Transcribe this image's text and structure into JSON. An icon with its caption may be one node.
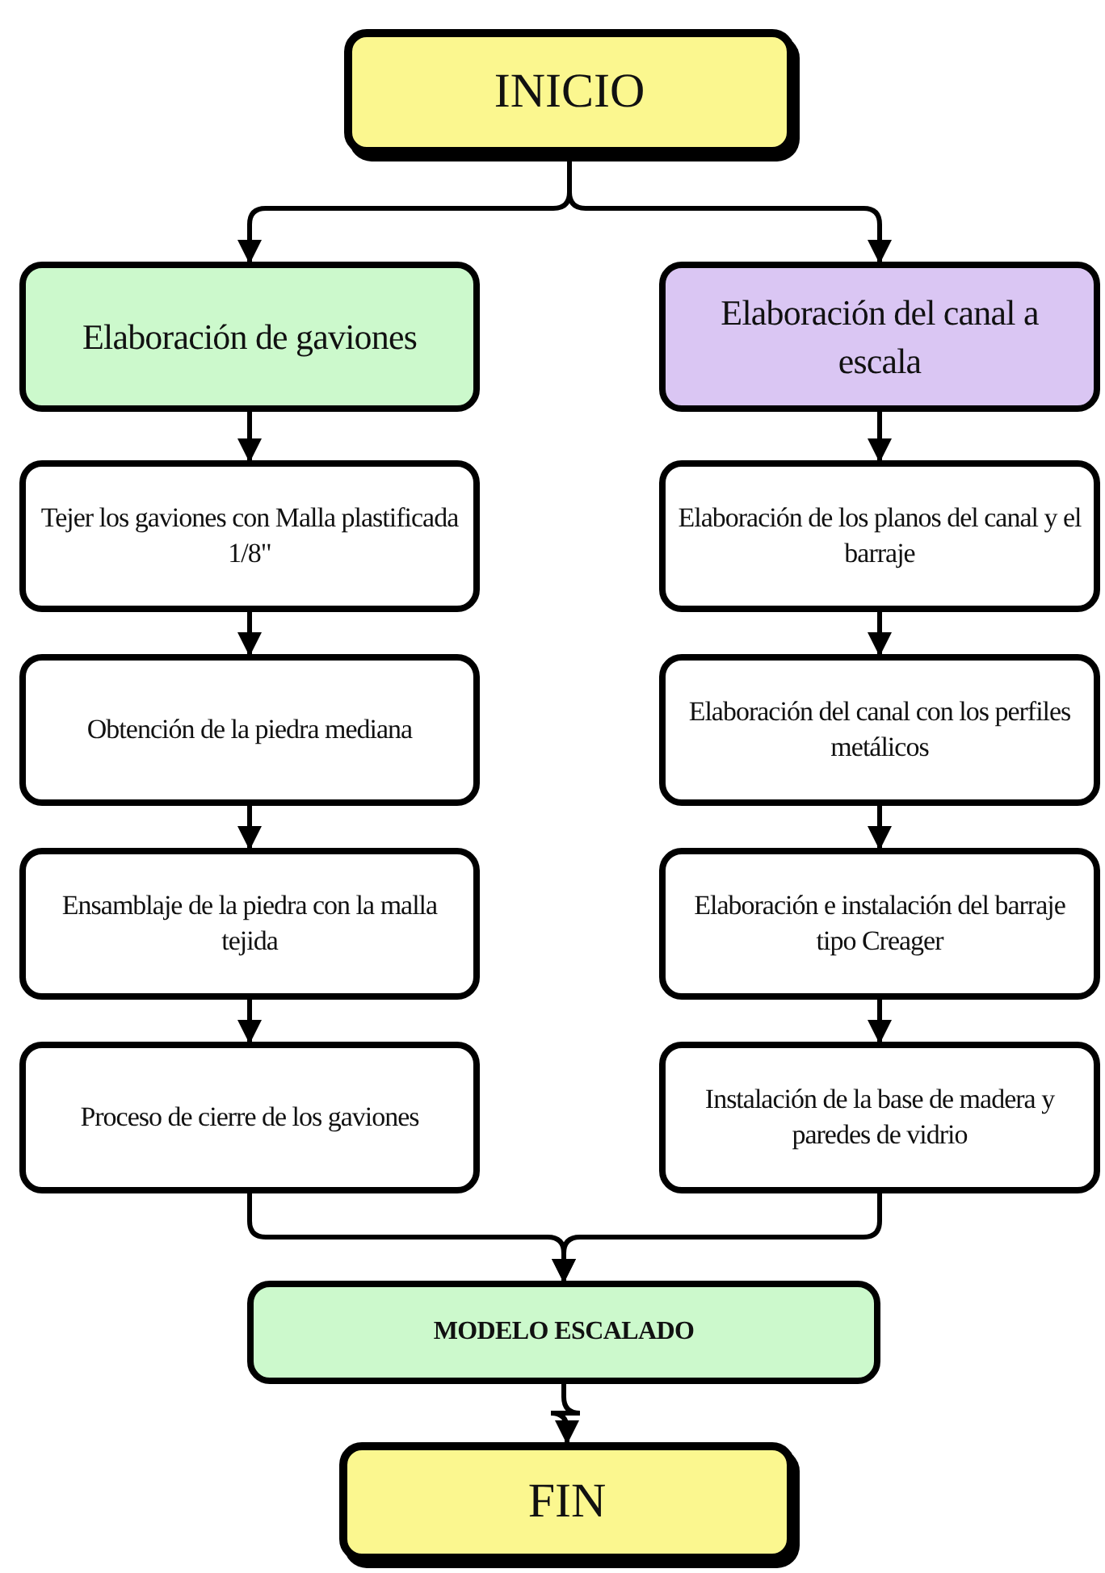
{
  "diagram": {
    "nodes": [
      {
        "text": [
          "INICIO"
        ]
      },
      {
        "text": [
          "Elaboración de gaviones"
        ]
      },
      {
        "text": [
          "Elaboración del canal a escala"
        ]
      },
      {
        "text": [
          "Tejer los gaviones con Malla plastificada 1/8\""
        ]
      },
      {
        "text": [
          "Obtención de la piedra mediana"
        ]
      },
      {
        "text": [
          "Ensamblaje de la piedra con la malla tejida"
        ]
      },
      {
        "text": [
          "Proceso de cierre de los gaviones"
        ]
      },
      {
        "text": [
          "Elaboración de los planos del canal y el barraje"
        ]
      },
      {
        "text": [
          "Elaboración del canal con los perfiles metálicos"
        ]
      },
      {
        "text": [
          "Elaboración e instalación del barraje tipo Creager"
        ]
      },
      {
        "text": [
          "Instalación de la base de madera y paredes de vidrio"
        ]
      },
      {
        "text": [
          "MODELO ESCALADO"
        ]
      },
      {
        "text": [
          "FIN"
        ]
      }
    ],
    "edges": [
      {
        "from": 0,
        "to": 1,
        "arrow": "to"
      },
      {
        "from": 0,
        "to": 2,
        "arrow": "to"
      },
      {
        "from": 1,
        "to": 3,
        "arrow": "to"
      },
      {
        "from": 3,
        "to": 4,
        "arrow": "to"
      },
      {
        "from": 4,
        "to": 5,
        "arrow": "to"
      },
      {
        "from": 5,
        "to": 6,
        "arrow": "to"
      },
      {
        "from": 2,
        "to": 7,
        "arrow": "to"
      },
      {
        "from": 7,
        "to": 8,
        "arrow": "to"
      },
      {
        "from": 8,
        "to": 9,
        "arrow": "to"
      },
      {
        "from": 9,
        "to": 10,
        "arrow": "to"
      },
      {
        "from": 6,
        "to": 11,
        "arrow": "to"
      },
      {
        "from": 10,
        "to": 11,
        "arrow": "to"
      },
      {
        "from": 11,
        "to": 12,
        "arrow": "to"
      }
    ]
  }
}
